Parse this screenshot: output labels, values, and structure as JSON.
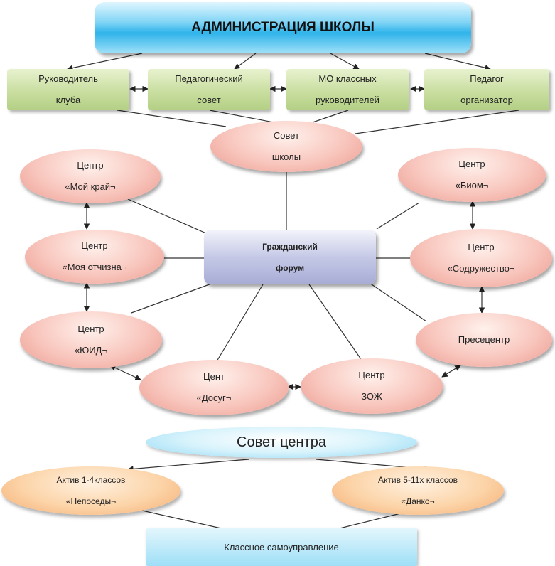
{
  "admin": {
    "title": "АДМИНИСТРАЦИЯ ШКОЛЫ"
  },
  "top_row": [
    {
      "line1": "Руководитель",
      "line2": "клуба"
    },
    {
      "line1": "Педагогический",
      "line2": "совет"
    },
    {
      "line1": "МО классных",
      "line2": "руководителей"
    },
    {
      "line1": "Педагог",
      "line2": "организатор"
    }
  ],
  "school_council": {
    "line1": "Совет",
    "line2": "школы"
  },
  "forum": {
    "line1": "Гражданский",
    "line2": "форум"
  },
  "centers": {
    "moy_kray": {
      "line1": "Центр",
      "line2": "«Мой край¬"
    },
    "moya_otchizna": {
      "line1": "Центр",
      "line2": "«Моя отчизна¬"
    },
    "yuid": {
      "line1": "Центр",
      "line2": "«ЮИД¬"
    },
    "dosug": {
      "line1": "Цент",
      "line2": "«Досуг¬"
    },
    "zozh": {
      "line1": "Центр",
      "line2": "ЗОЖ"
    },
    "biom": {
      "line1": "Центр",
      "line2": "«Биом¬"
    },
    "sodruzhestvo": {
      "line1": "Центр",
      "line2": "«Содружество¬"
    },
    "press": {
      "line1": "Пресецентр"
    }
  },
  "center_council": {
    "label": "Совет центра"
  },
  "asset_junior": {
    "line1": "Актив 1-4классов",
    "line2": "«Непоседы¬"
  },
  "asset_senior": {
    "line1": "Актив 5-11х классов",
    "line2": "«Данко¬"
  },
  "class_self_government": {
    "label": "Классное самоуправление"
  },
  "colors": {
    "admin_fill": "#2fb3ea",
    "top_row_fill": "#c9dea0",
    "center_fill": "#f8c6bd",
    "forum_fill": "#c5c9e6",
    "council_fill": "#d8f3fc",
    "asset_fill": "#fcd4a8",
    "line": "#333333"
  }
}
